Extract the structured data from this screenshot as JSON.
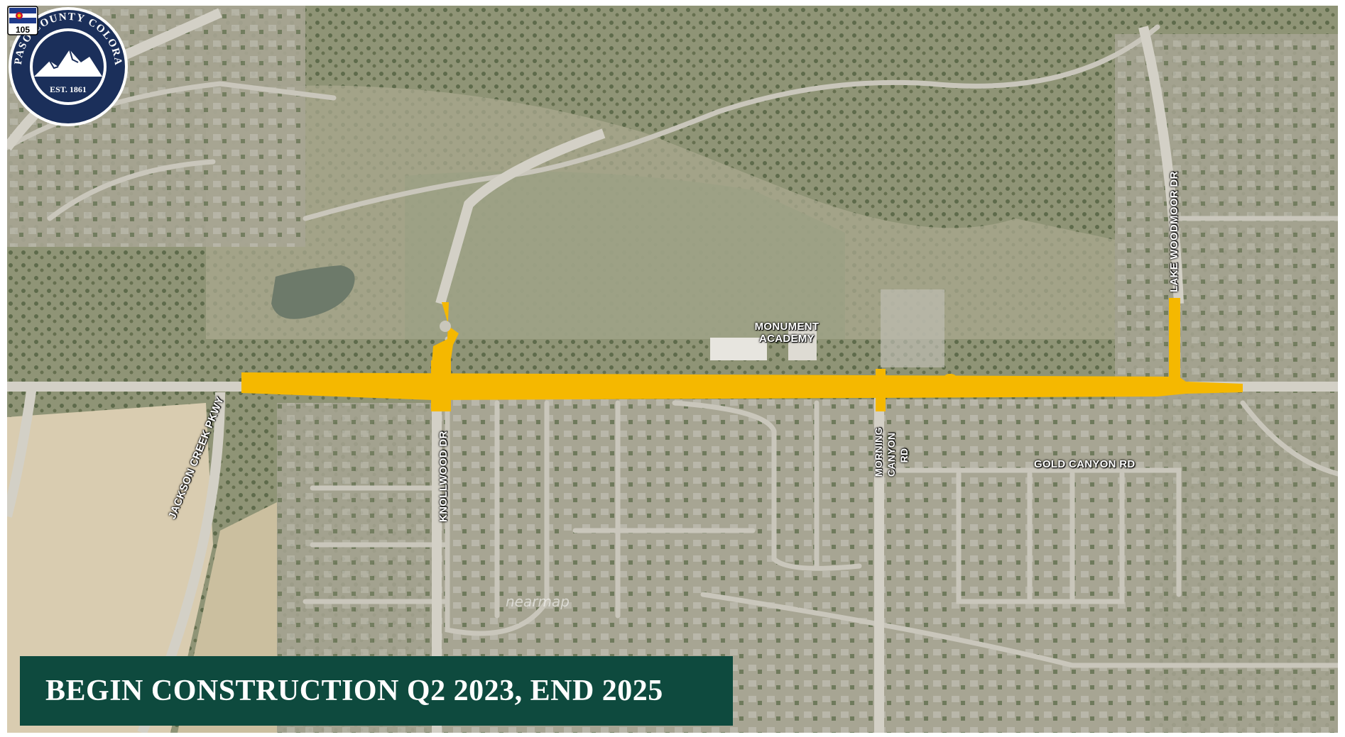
{
  "roads": {
    "highway_number": "105",
    "knollwood": "KNOLLWOOD DR",
    "jackson_creek": "JACKSON CREEK PKWY",
    "morning_canyon": "MORNING CANYON RD",
    "gold_canyon": "GOLD CANYON RD",
    "lake_woodmoor": "LAKE WOODMOOR DR"
  },
  "places": {
    "monument_academy": "MONUMENT ACADEMY"
  },
  "seal": {
    "name": "EL PASO COUNTY COLORADO",
    "est": "EST. 1861"
  },
  "banner": {
    "text": "BEGIN CONSTRUCTION Q2 2023, END 2025"
  },
  "watermark": "nearmap",
  "colors": {
    "project_highlight": "#f5b800",
    "banner_bg": "#0e4a3e",
    "seal_navy": "#1b2f5a"
  }
}
